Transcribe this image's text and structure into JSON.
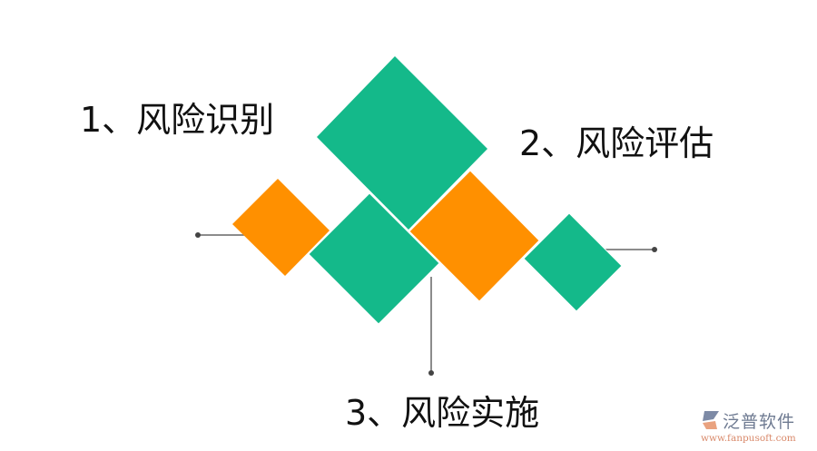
{
  "labels": {
    "item1": "1、风险识别",
    "item2": "2、风险评估",
    "item3": "3、风险实施"
  },
  "colors": {
    "green": "#14b98a",
    "orange": "#ff9000",
    "connector": "#555555"
  },
  "logo": {
    "name": "泛普软件",
    "url": "www.fanpusoft.com"
  }
}
